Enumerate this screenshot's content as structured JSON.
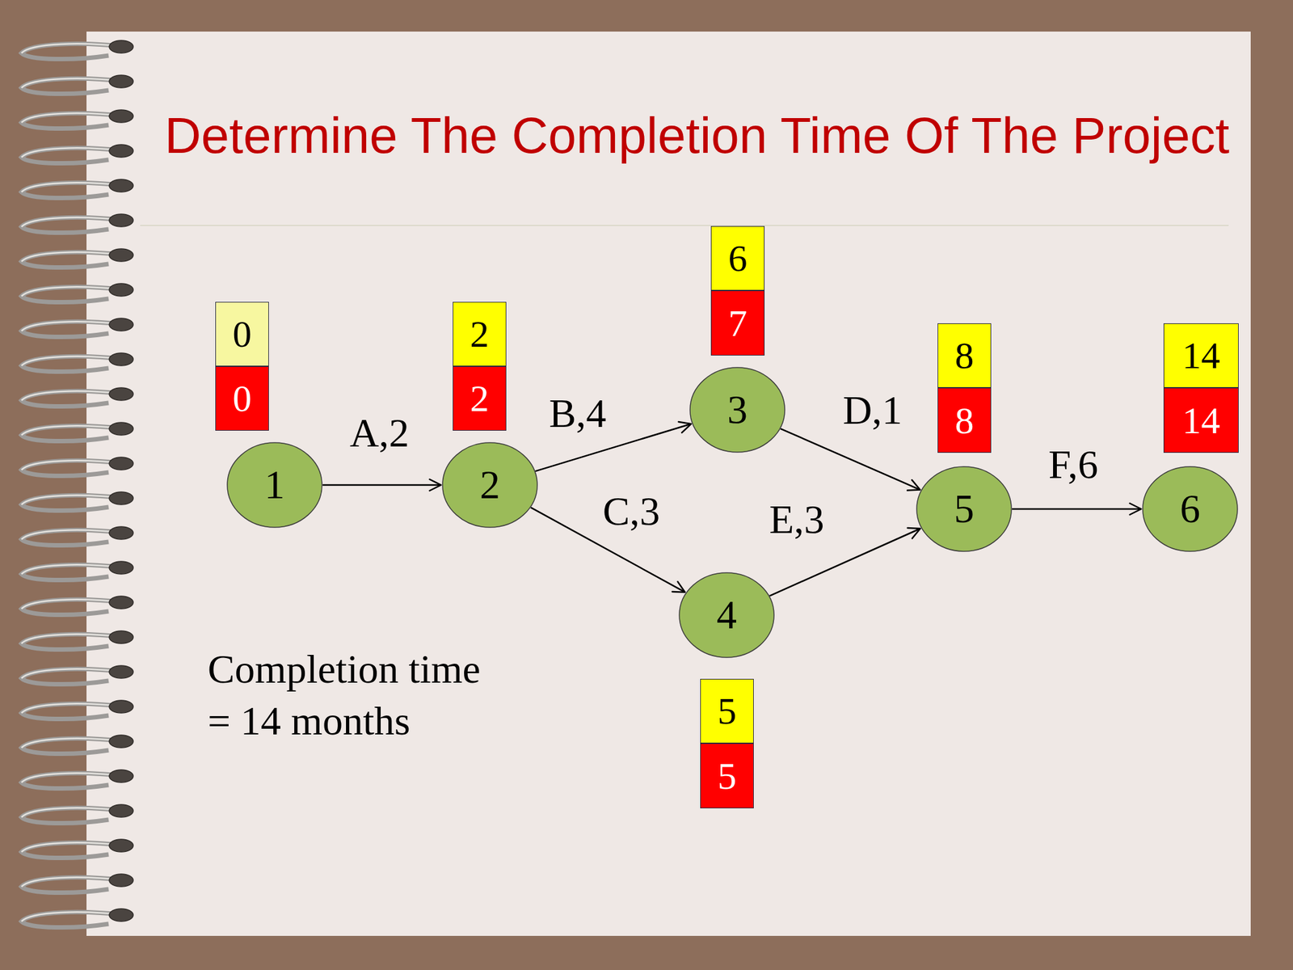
{
  "diagram": {
    "title": "Determine The Completion Time Of The Project",
    "nodes": [
      {
        "text": [
          "0"
        ]
      },
      {
        "text": [
          "0"
        ]
      },
      {
        "text": [
          "1"
        ]
      },
      {
        "text": [
          "2"
        ]
      },
      {
        "text": [
          "2"
        ]
      },
      {
        "text": [
          "2"
        ]
      },
      {
        "text": [
          "6"
        ]
      },
      {
        "text": [
          "7"
        ]
      },
      {
        "text": [
          "3"
        ]
      },
      {
        "text": [
          "4"
        ]
      },
      {
        "text": [
          "5"
        ]
      },
      {
        "text": [
          "5"
        ]
      },
      {
        "text": [
          "8"
        ]
      },
      {
        "text": [
          "8"
        ]
      },
      {
        "text": [
          "5"
        ]
      },
      {
        "text": [
          "14"
        ]
      },
      {
        "text": [
          "14"
        ]
      },
      {
        "text": [
          "6"
        ]
      }
    ],
    "edges": [
      {
        "from": 2,
        "to": 5,
        "arrow": "to",
        "label": "A,2"
      },
      {
        "from": 5,
        "to": 8,
        "arrow": "to",
        "label": "B,4"
      },
      {
        "from": 5,
        "to": 9,
        "arrow": "to",
        "label": "C,3"
      },
      {
        "from": 8,
        "to": 14,
        "arrow": "to",
        "label": "D,1"
      },
      {
        "from": 9,
        "to": 14,
        "arrow": "to",
        "label": "E,3"
      },
      {
        "from": 14,
        "to": 17,
        "arrow": "to",
        "label": "F,6"
      }
    ],
    "labels": [
      "Completion time = 14 months"
    ]
  }
}
